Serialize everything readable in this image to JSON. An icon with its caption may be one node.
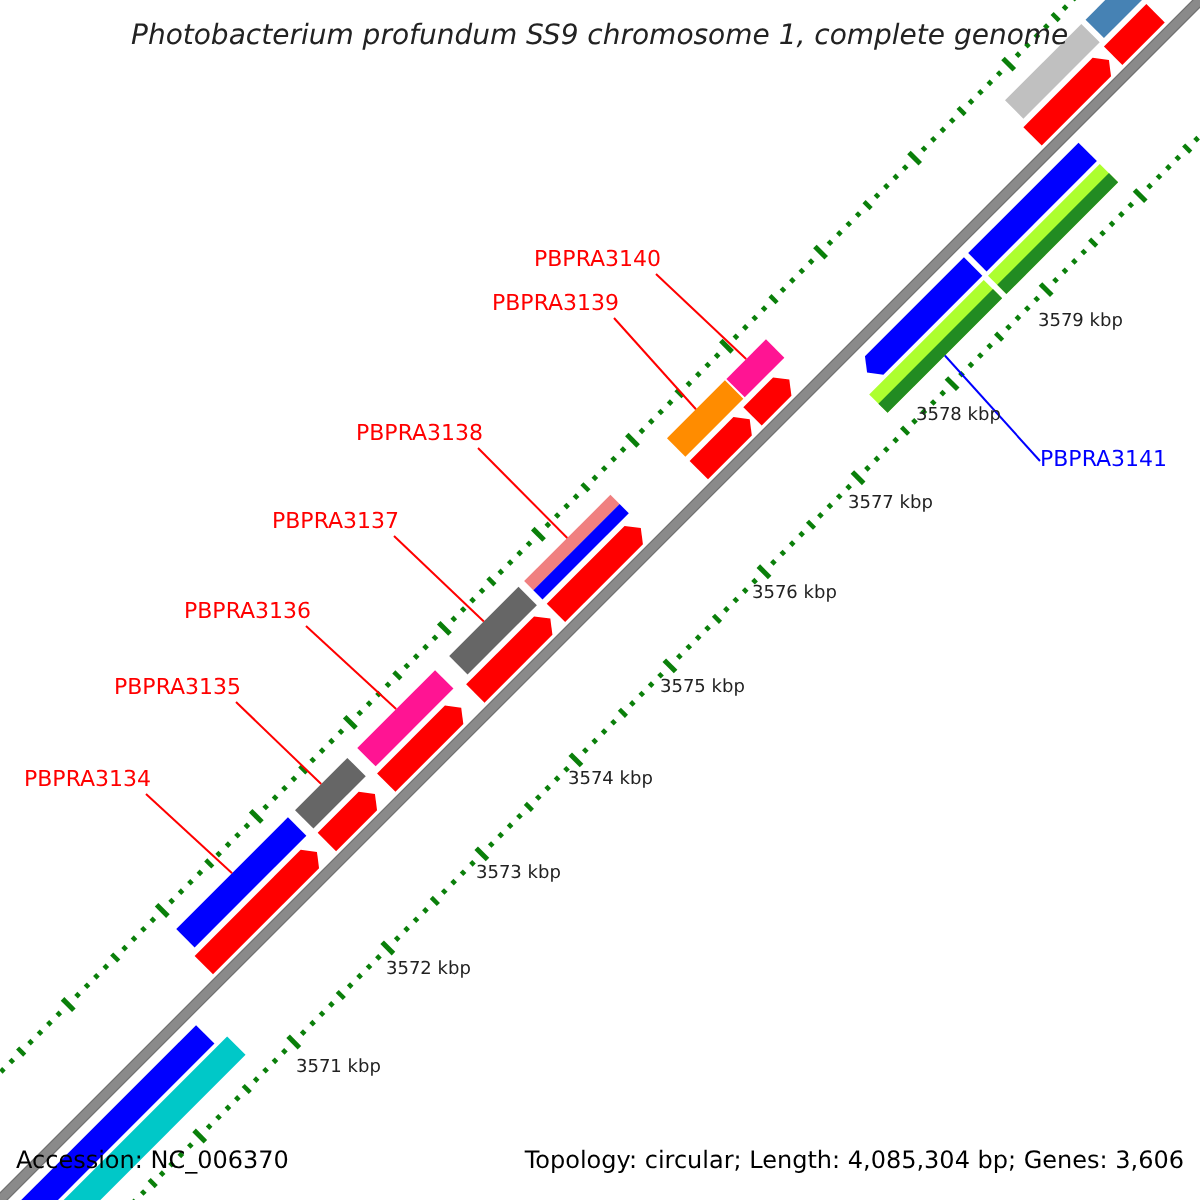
{
  "diagram": {
    "title": "Photobacterium profundum SS9 chromosome 1, complete genome",
    "nodes": [
      {
        "text": [
          "PBPRA3140"
        ]
      },
      {
        "text": [
          "PBPRA3139"
        ]
      },
      {
        "text": [
          "PBPRA3138"
        ]
      },
      {
        "text": [
          "PBPRA3137"
        ]
      },
      {
        "text": [
          "PBPRA3136"
        ]
      },
      {
        "text": [
          "PBPRA3135"
        ]
      },
      {
        "text": [
          "PBPRA3134"
        ]
      },
      {
        "text": [
          "PBPRA3141"
        ]
      },
      {
        "text": [],
        "shape": "bar"
      },
      {
        "text": [],
        "shape": "bar"
      },
      {
        "text": [],
        "shape": "bar"
      },
      {
        "text": [],
        "shape": "bar"
      },
      {
        "text": [],
        "shape": "bar"
      },
      {
        "text": [],
        "shape": "bar"
      },
      {
        "text": [],
        "shape": "bar"
      },
      {
        "text": [],
        "shape": "bar"
      },
      {
        "text": [],
        "shape": "bar"
      },
      {
        "text": [],
        "shape": "bar"
      },
      {
        "text": [],
        "shape": "bar"
      },
      {
        "text": [],
        "shape": "bar"
      },
      {
        "text": [],
        "shape": "bar"
      },
      {
        "text": [],
        "shape": "bar"
      },
      {
        "text": [],
        "shape": "bar"
      },
      {
        "text": [],
        "shape": "bar"
      },
      {
        "text": [],
        "shape": "bar"
      },
      {
        "text": [],
        "shape": "bar"
      },
      {
        "text": [],
        "shape": "bar"
      },
      {
        "text": [],
        "shape": "bar"
      },
      {
        "text": [],
        "shape": "bar"
      },
      {
        "text": [],
        "shape": "bar"
      },
      {
        "text": [],
        "shape": "bar"
      },
      {
        "text": [],
        "shape": "bar"
      },
      {
        "text": [],
        "shape": "bar"
      }
    ],
    "edges": [
      {
        "from": 0,
        "to": 23,
        "arrow": "none"
      },
      {
        "from": 1,
        "to": 21,
        "arrow": "none"
      },
      {
        "from": 2,
        "to": 18,
        "arrow": "none"
      },
      {
        "from": 3,
        "to": 16,
        "arrow": "none"
      },
      {
        "from": 4,
        "to": 14,
        "arrow": "none"
      },
      {
        "from": 5,
        "to": 12,
        "arrow": "none"
      },
      {
        "from": 6,
        "to": 10,
        "arrow": "none"
      },
      {
        "from": 7,
        "to": 26,
        "arrow": "none",
        "color": "#0000ff"
      }
    ],
    "labels": [
      "3579 kbp",
      "3578 kbp",
      "3577 kbp",
      "3576 kbp",
      "3575 kbp",
      "3574 kbp",
      "3573 kbp",
      "3572 kbp",
      "3571 kbp",
      "Accession: NC_006370",
      "Topology: circular; Length: 4,085,304 bp; Genes: 3,606"
    ]
  }
}
